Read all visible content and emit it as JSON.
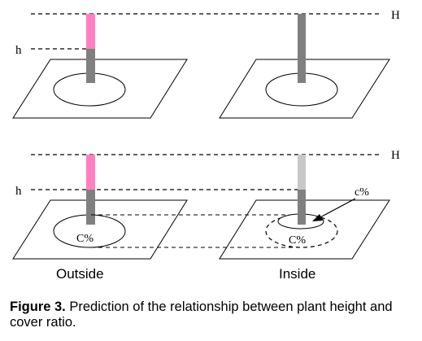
{
  "labels": {
    "H": "H",
    "h": "h",
    "outside": "Outside",
    "inside": "Inside",
    "cover_outside": "C%",
    "cover_inside": "C%",
    "cover_small": "c%"
  },
  "caption": {
    "bold": "Figure 3.",
    "text": " Prediction of the relationship between plant height and cover ratio."
  },
  "colors": {
    "pink": "#ff80c0",
    "gray": "#808080",
    "light_gray": "#c8c8c8",
    "ink": "#000000"
  }
}
